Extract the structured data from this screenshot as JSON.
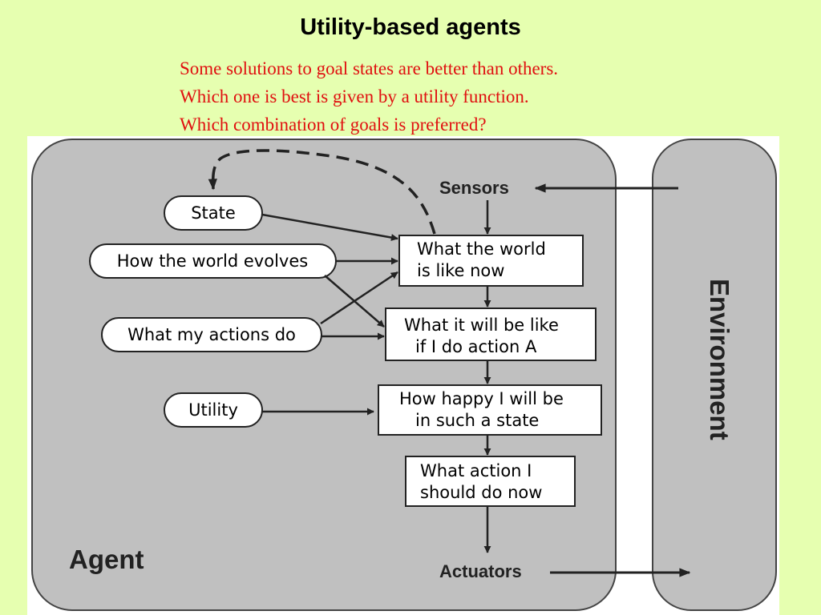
{
  "title": "Utility-based agents",
  "subtitle": [
    "Some solutions to goal states are better than others.",
    "Which one is best is given by a utility function.",
    "Which combination of goals is preferred?"
  ],
  "diagram": {
    "agent_label": "Agent",
    "environment_label": "Environment",
    "sensors_label": "Sensors",
    "actuators_label": "Actuators",
    "ovals": {
      "state": "State",
      "world_evolves": "How the world evolves",
      "actions_do": "What my actions do",
      "utility": "Utility"
    },
    "boxes": {
      "world_now": [
        "What the world",
        "is like now"
      ],
      "will_be_like": [
        "What it will be like",
        "if I do action A"
      ],
      "how_happy": [
        "How happy I will be",
        "in such a state"
      ],
      "what_action": [
        "What action I",
        "should do now"
      ]
    },
    "colors": {
      "background": "#e6ffb0",
      "panel": "#c0c0c0",
      "title": "#000000",
      "subtitle": "#e01010"
    }
  }
}
